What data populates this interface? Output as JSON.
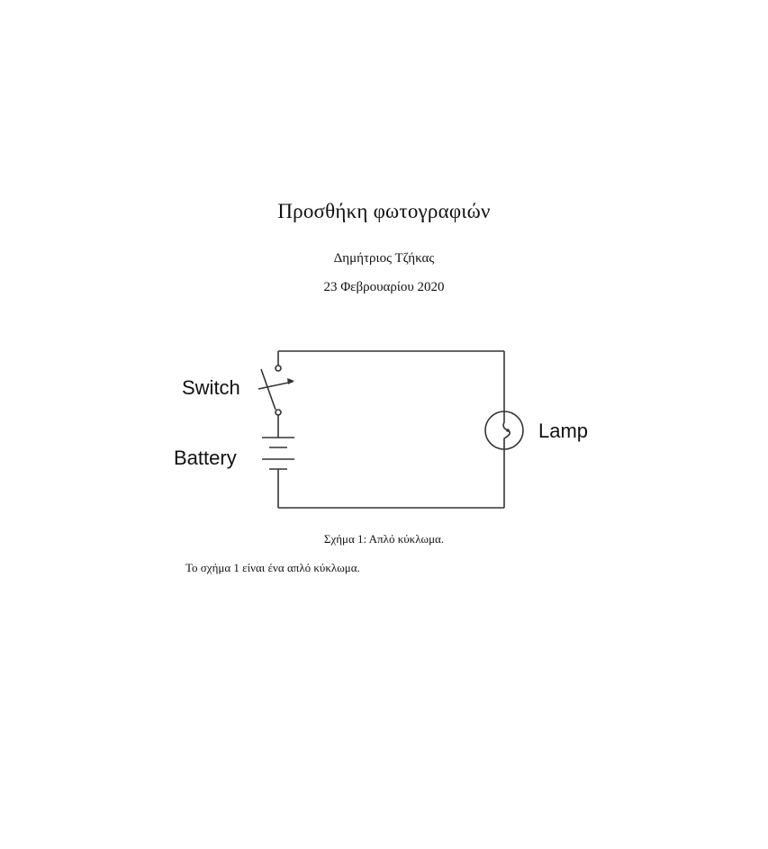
{
  "document": {
    "title": "Προσθήκη φωτογραφιών",
    "author": "Δημήτριος Τζήκας",
    "date": "23 Φεβρουαρίου 2020"
  },
  "figure": {
    "labels": {
      "switch": "Switch",
      "battery": "Battery",
      "lamp": "Lamp"
    },
    "caption": "Σχήμα 1: Απλό κύκλωμα."
  },
  "body": {
    "paragraph": "Το σχήμα 1 είναι ένα απλό κύκλωμα."
  },
  "colors": {
    "text": "#111111",
    "line": "#333333",
    "background": "#ffffff"
  }
}
